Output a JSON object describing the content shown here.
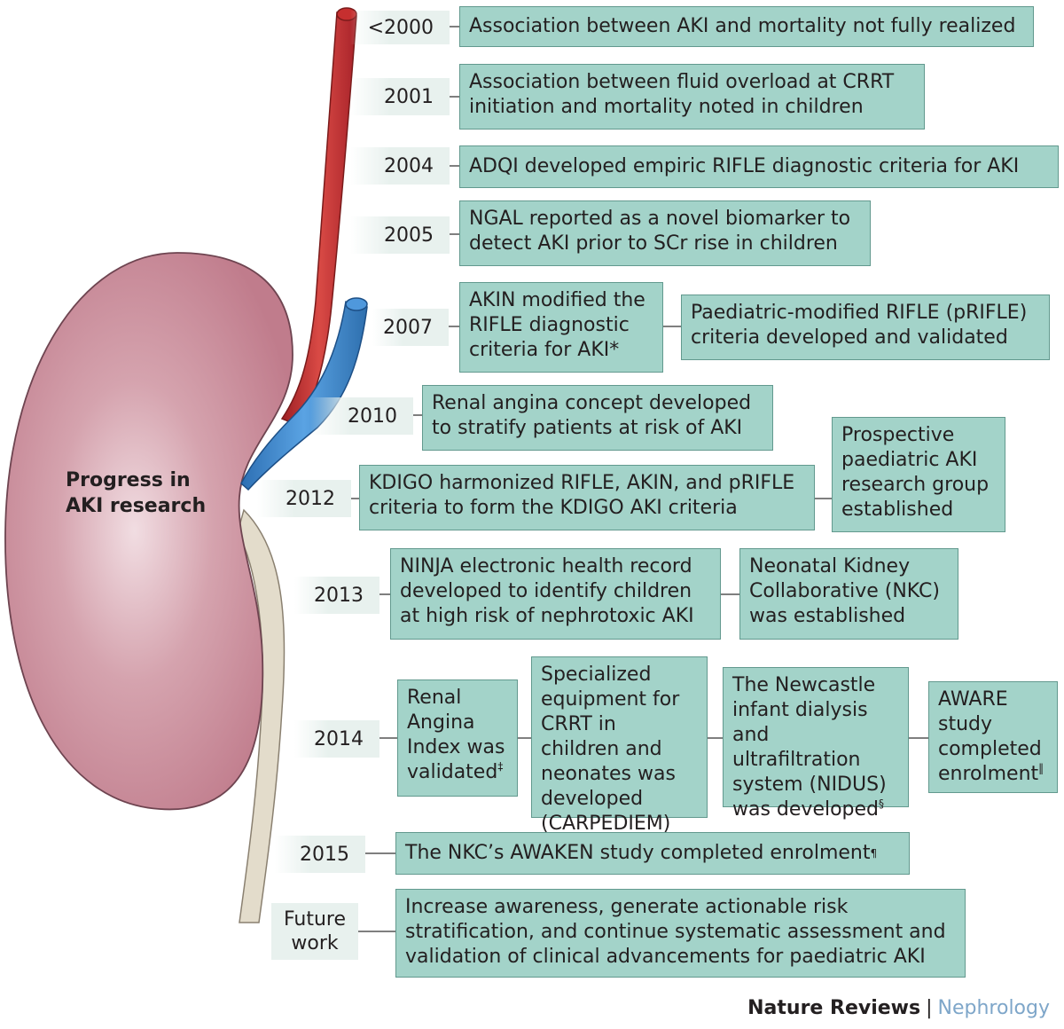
{
  "kidney_label": [
    "Progress in",
    "AKI research"
  ],
  "footer": {
    "publisher": "Nature Reviews",
    "separator": "|",
    "journal": "Nephrology"
  },
  "colors": {
    "box_fill": "#a3d3c9",
    "box_border": "#62998e",
    "kidney": "#c4808f",
    "artery": "#c62f2f",
    "vein": "#3b85cb",
    "ureter": "#e3dccb"
  },
  "timeline": [
    {
      "year": "<2000",
      "boxes": [
        "Association between AKI and mortality not fully realized"
      ]
    },
    {
      "year": "2001",
      "boxes": [
        "Association between fluid overload at CRRT initiation and mortality noted in children"
      ]
    },
    {
      "year": "2004",
      "boxes": [
        "ADQI developed empiric RIFLE diagnostic criteria for AKI"
      ]
    },
    {
      "year": "2005",
      "boxes": [
        "NGAL reported as a novel biomarker to detect AKI prior to SCr rise in children"
      ]
    },
    {
      "year": "2007",
      "boxes": [
        "AKIN modified the RIFLE diagnostic criteria for AKI*",
        "Paediatric-modified RIFLE (pRIFLE) criteria developed and validated"
      ]
    },
    {
      "year": "2010",
      "boxes": [
        "Renal angina concept developed to stratify patients at risk of AKI"
      ]
    },
    {
      "year": "2012",
      "boxes": [
        "KDIGO harmonized RIFLE, AKIN, and pRIFLE criteria to form the KDIGO AKI criteria",
        "Prospective paediatric AKI research group established"
      ]
    },
    {
      "year": "2013",
      "boxes": [
        "NINJA electronic health record developed to identify children at high risk of nephrotoxic AKI",
        "Neonatal Kidney Collaborative (NKC) was established"
      ]
    },
    {
      "year": "2014",
      "boxes": [
        "Renal Angina Index was validated",
        "‡",
        "Specialized equipment for CRRT in children and neonates was developed (CARPEDIEM)",
        "The Newcastle infant dialysis and ultrafiltration system (NIDUS) was developed",
        "§",
        "AWARE study completed enrolment",
        "‖"
      ]
    },
    {
      "year": "2015",
      "boxes": [
        "The NKC’s AWAKEN study completed enrolment",
        "¶"
      ]
    },
    {
      "year": "Future work",
      "boxes": [
        "Increase awareness, generate actionable risk stratification, and continue systematic assessment and validation of clinical advancements for paediatric AKI"
      ]
    }
  ]
}
